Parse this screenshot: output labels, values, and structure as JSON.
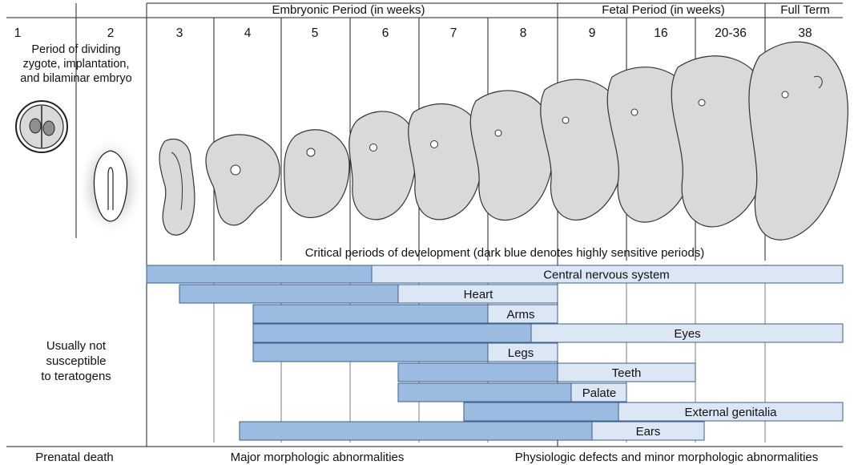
{
  "headers": {
    "embryonic": "Embryonic Period (in weeks)",
    "fetal": "Fetal Period (in weeks)",
    "full_term": "Full Term"
  },
  "columns": [
    {
      "key": "w1",
      "label": "1"
    },
    {
      "key": "w2",
      "label": "2"
    },
    {
      "key": "w3",
      "label": "3"
    },
    {
      "key": "w4",
      "label": "4"
    },
    {
      "key": "w5",
      "label": "5"
    },
    {
      "key": "w6",
      "label": "6"
    },
    {
      "key": "w7",
      "label": "7"
    },
    {
      "key": "w8",
      "label": "8"
    },
    {
      "key": "w9",
      "label": "9"
    },
    {
      "key": "w16",
      "label": "16"
    },
    {
      "key": "w20_36",
      "label": "20-36"
    },
    {
      "key": "w38",
      "label": "38"
    }
  ],
  "early_note": [
    "Period of dividing",
    "zygote, implantation,",
    "and bilaminar embryo"
  ],
  "critical_title": "Critical periods of development (dark blue denotes highly sensitive periods)",
  "not_susceptible": [
    "Usually not",
    "susceptible",
    "to teratogens"
  ],
  "systems": [
    {
      "name": "Central nervous system"
    },
    {
      "name": "Heart"
    },
    {
      "name": "Arms"
    },
    {
      "name": "Eyes"
    },
    {
      "name": "Legs"
    },
    {
      "name": "Teeth"
    },
    {
      "name": "Palate"
    },
    {
      "name": "External genitalia"
    },
    {
      "name": "Ears"
    }
  ],
  "footer": {
    "prenatal_death": "Prenatal death",
    "major": "Major morphologic abnormalities",
    "physiologic": "Physiologic defects and minor morphologic abnormalities"
  },
  "colors": {
    "dark_blue": "#9bbbe0",
    "light_blue": "#dce7f5",
    "bar_stroke": "#3d5f8a",
    "embryo_fill": "#d9d9d9",
    "embryo_stroke": "#333333"
  }
}
